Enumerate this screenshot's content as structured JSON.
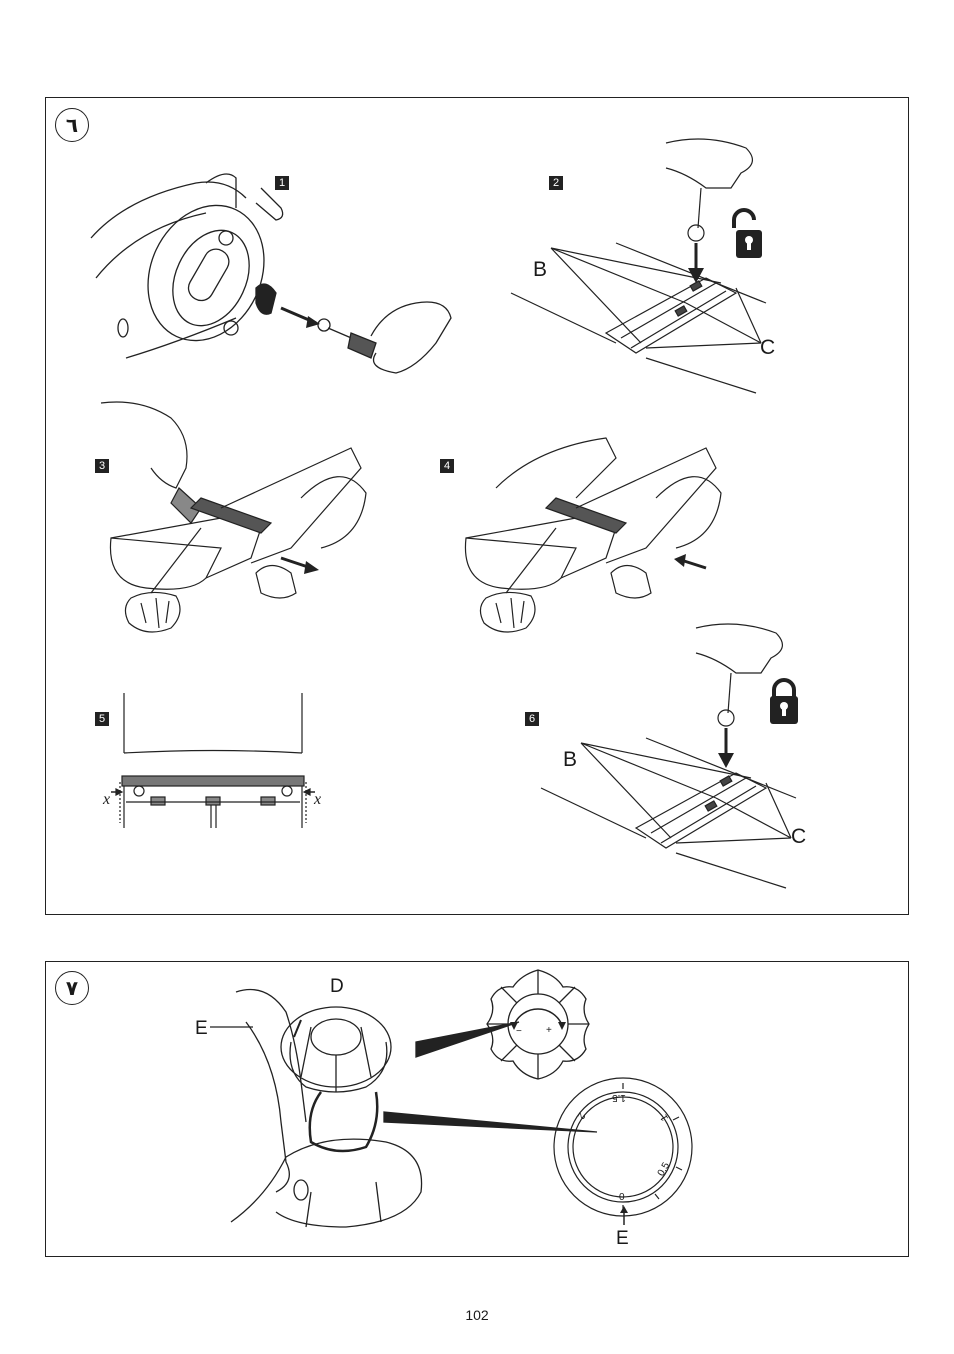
{
  "figure6": {
    "number": "٦",
    "steps": [
      "1",
      "2",
      "3",
      "4",
      "5",
      "6"
    ],
    "callout_b": "B",
    "callout_c": "C",
    "callout_x": "x",
    "icon_unlocked": "unlocked-padlock-icon",
    "icon_locked": "locked-padlock-icon"
  },
  "figure7": {
    "number": "٧",
    "callout_d": "D",
    "callout_e": "E",
    "knob_minus": "−",
    "knob_plus": "+",
    "scale_labels": [
      "0",
      "0.5",
      "1",
      "1.5",
      "2"
    ]
  },
  "page_number": "102"
}
